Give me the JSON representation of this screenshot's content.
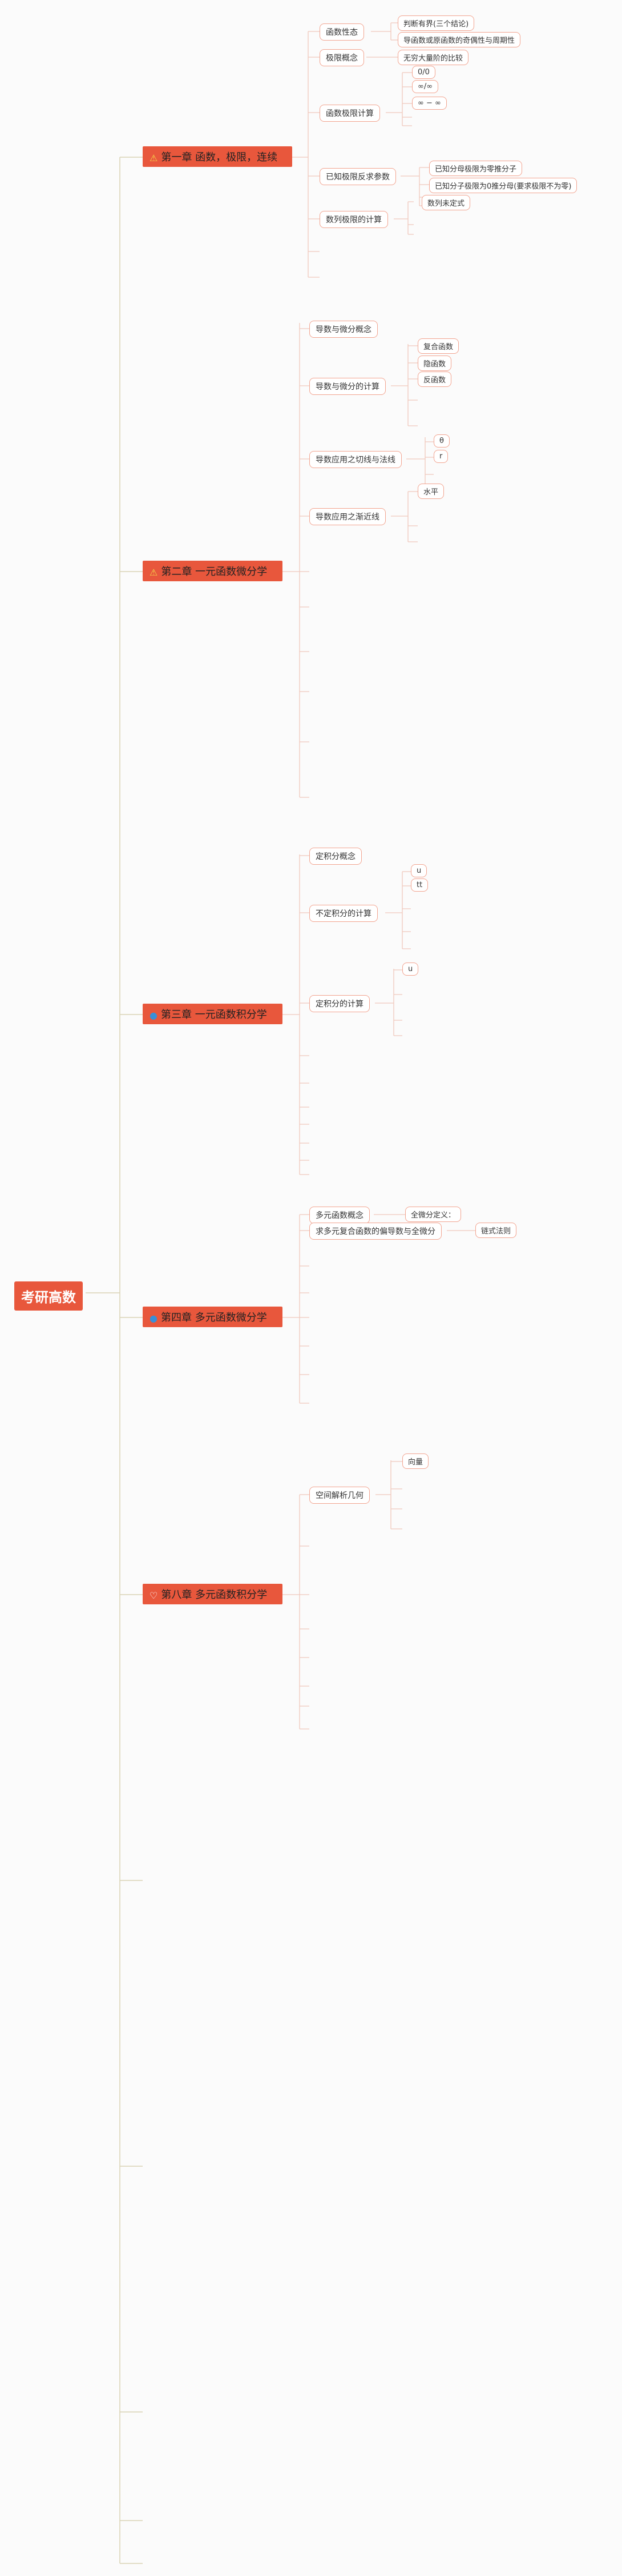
{
  "root": "考研高数",
  "chapters": [
    {
      "icon": "⚠",
      "icon_name": "warning-icon",
      "title": "第一章 函数，极限，连续"
    },
    {
      "icon": "⚠",
      "icon_name": "warning-icon",
      "title": "第二章 一元函数微分学"
    },
    {
      "icon": "●",
      "icon_name": "blue-dot-icon",
      "title": "第三章 一元函数积分学"
    },
    {
      "icon": "●",
      "icon_name": "blue-dot-icon",
      "title": "第四章 多元函数微分学"
    },
    {
      "icon": "♡",
      "icon_name": "heart-icon",
      "title": "第八章 多元函数积分学"
    }
  ],
  "topics": {
    "c1": [
      "函数性态",
      "极限概念",
      "函数极限计算",
      "已知极限反求参数",
      "数列极限的计算"
    ],
    "c2": [
      "导数与微分概念",
      "导数与微分的计算",
      "导数应用之切线与法线",
      "导数应用之渐近线"
    ],
    "c3": [
      "定积分概念",
      "不定积分的计算",
      "定积分的计算"
    ],
    "c4": [
      "多元函数概念",
      "求多元复合函数的偏导数与全微分"
    ],
    "c8": [
      "空间解析几何"
    ]
  },
  "leaves": {
    "c1_hsxt": [
      "判断有界(三个结论)",
      "导函数或原函数的奇偶性与周期性"
    ],
    "c1_jxgn": [
      "无穷大量阶的比较"
    ],
    "c1_hsjx": [
      "0/0",
      "∞/∞",
      "∞ − ∞"
    ],
    "c1_yzjx": [
      "已知分母极限为零推分子",
      "已知分子极限为0推分母(要求极限不为零)"
    ],
    "c1_sljx": [
      "数列未定式"
    ],
    "c2_ds": [
      "复合函数",
      "隐函数",
      "反函数"
    ],
    "c2_qx": [
      "θ",
      "r"
    ],
    "c2_jjx": [
      "水平"
    ],
    "c3_bdjf": [
      "u",
      "tt"
    ],
    "c3_djf": [
      "u"
    ],
    "c4_gn": [
      "全微分定义："
    ],
    "c4_pd": [
      "链式法则"
    ],
    "c8_kj": [
      "向量"
    ]
  },
  "colors": {
    "accent": "#e8573c",
    "node_border": "#f2a490",
    "connector": "#f0c8bc",
    "trunk": "#d9d3b5"
  }
}
